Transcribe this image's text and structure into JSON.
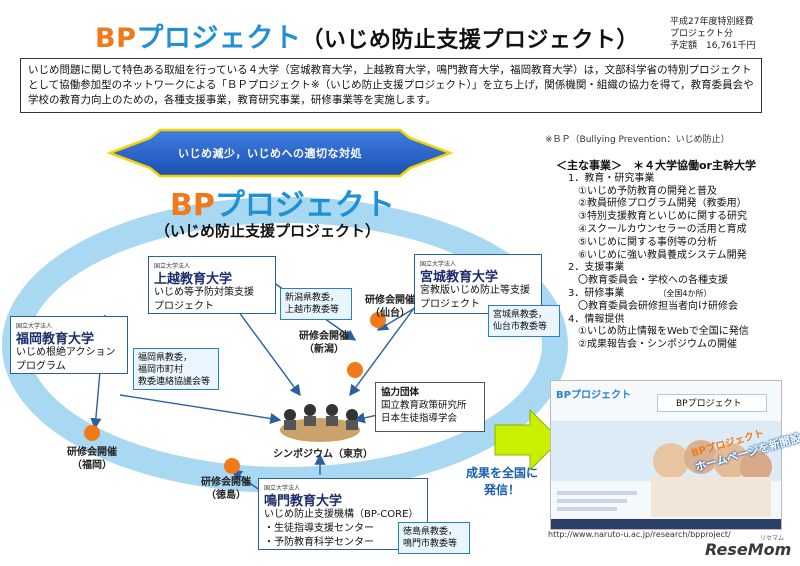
{
  "title": {
    "bp": "BP",
    "project": "プロジェクト",
    "sub": "（いじめ防止支援プロジェクト）"
  },
  "budget": {
    "line1": "平成27年度特別経費",
    "line2": "プロジェクト分",
    "line3": "予定額　16,761千円"
  },
  "intro": "いじめ問題に関して特色ある取組を行っている４大学（宮城教育大学，上越教育大学，鳴門教育大学，福岡教育大学）は，文部科学省の特別プロジェクトとして協働参加型のネットワークによる「ＢＰプロジェクト※（いじめ防止支援プロジェクト）」を立ち上げ，関係機関・組織の協力を得て，教育委員会や学校の教育力向上のための，各種支援事業，教育研究事業，研修事業等を実施します。",
  "note": "※ＢＰ（Bullying Prevention：いじめ防止）",
  "banner": "いじめ減少，いじめへの適切な対処",
  "center": {
    "bp": "BP",
    "project": "プロジェクト",
    "sub": "（いじめ防止支援プロジェクト）"
  },
  "joetsu": {
    "small": "国立大学法人",
    "name": "上越教育大学",
    "desc1": "いじめ等予防対策支援",
    "desc2": "プロジェクト",
    "partners1": "新潟県教委，",
    "partners2": "上越市教委等"
  },
  "miyagi": {
    "small": "国立大学法人",
    "name": "宮城教育大学",
    "desc1": "宮教版いじめ防止等支援",
    "desc2": "プロジェクト",
    "partners1": "宮城県教委，",
    "partners2": "仙台市教委等"
  },
  "fukuoka": {
    "small": "国立大学法人",
    "name": "福岡教育大学",
    "desc1": "いじめ根絶アクション",
    "desc2": "プログラム",
    "partners1": "福岡県教委，",
    "partners2": "福岡市町村",
    "partners3": "教委連絡協議会等"
  },
  "naruto": {
    "small": "国立大学法人",
    "name": "鳴門教育大学",
    "desc1": "いじめ防止支援機構（BP-CORE）",
    "desc2": "・生徒指導支援センター",
    "desc3": "・予防教育科学センター",
    "partners1": "徳島県教委，",
    "partners2": "鳴門市教委等"
  },
  "meetings": {
    "niigata1": "研修会開催",
    "niigata2": "（新潟）",
    "sendai1": "研修会開催",
    "sendai2": "（仙台）",
    "fukuoka1": "研修会開催",
    "fukuoka2": "（福岡）",
    "tokushima1": "研修会開催",
    "tokushima2": "（徳島）",
    "symposium": "シンポジウム（東京）"
  },
  "cooperation": {
    "head": "協力団体",
    "org1": "国立教育政策研究所",
    "org2": "日本生徒指導学会"
  },
  "events": {
    "head": "＜主な事業＞　＊４大学協働or主幹大学",
    "s1": "1．教育・研究事業",
    "i1": "①いじめ予防教育の開発と普及",
    "i2": "②教員研修プログラム開発（教委用）",
    "i3": "③特別支援教育といじめに関する研究",
    "i4": "④スクールカウンセラーの活用と育成",
    "i5": "⑤いじめに関する事例等の分析",
    "i6": "⑥いじめに強い教員養成システム開発",
    "s2": "2．支援事業",
    "i7": "〇教育委員会・学校への各種支援",
    "s3": "3．研修事業",
    "s3note": "（全国4か所）",
    "i8": "〇教育委員会研修担当者向け研修会",
    "s4": "4．情報提供",
    "i9": "①いじめ防止情報をWebで全国に発信",
    "i10": "②成果報告会・シンポジウムの開催"
  },
  "results": {
    "line1": "成果を全国に",
    "line2": "発信！"
  },
  "website": {
    "logo": "BPプロジェクト",
    "search": "BPプロジェクト",
    "label1": "BPプロジェクト",
    "label2": "ホームページを新開設",
    "url": "http://www.naruto-u.ac.jp/research/bpproject/"
  },
  "watermark": {
    "main": "ReseMom",
    "small": "リセマム"
  },
  "colors": {
    "orange": "#f07a1a",
    "blue": "#1f8fd6",
    "navy": "#2a5fa0",
    "ring": "#9fd2ee"
  }
}
